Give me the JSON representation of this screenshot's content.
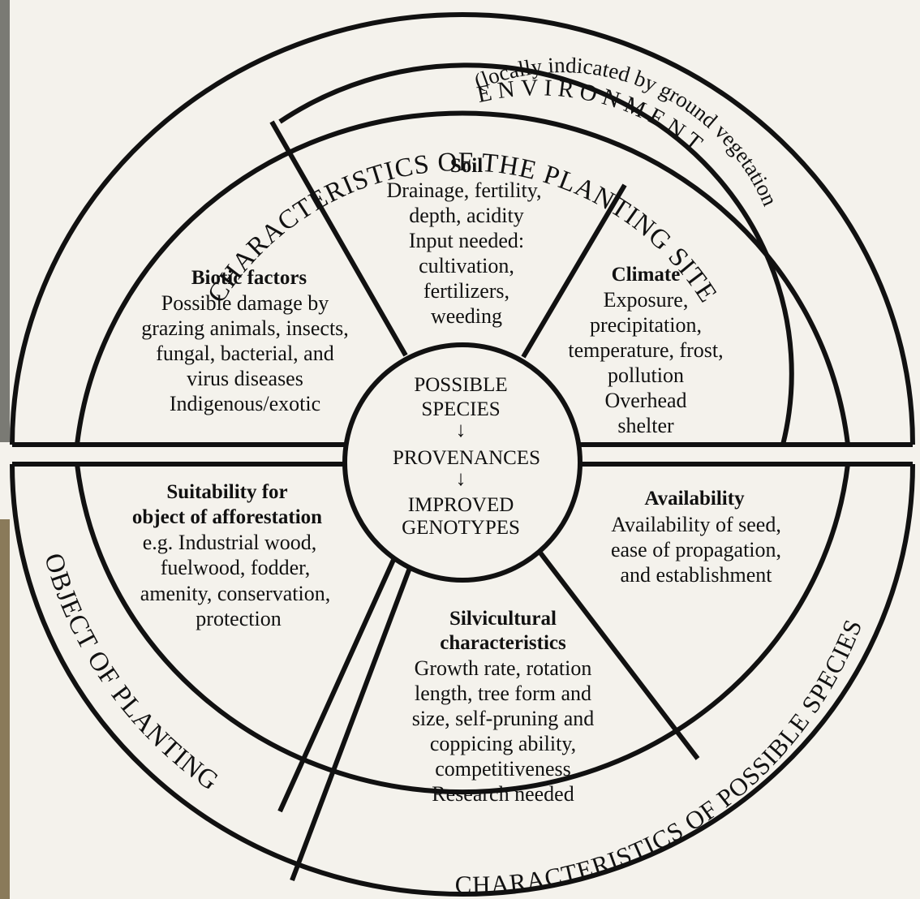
{
  "rings": {
    "outer_top": "CHARACTERISTICS OF THE PLANTING SITE",
    "environment_title": "ENVIRONMENT",
    "environment_subtitle": "(locally indicated by ground vegetation",
    "outer_left": "OBJECT OF PLANTING",
    "outer_right": "CHARACTERISTICS OF POSSIBLE SPECIES"
  },
  "center": {
    "line1": "POSSIBLE",
    "line2": "SPECIES",
    "line3": "PROVENANCES",
    "line4": "IMPROVED",
    "line5": "GENOTYPES",
    "arrow": "↓"
  },
  "sectors": {
    "soil": {
      "title": "Soil",
      "lines": [
        "Drainage, fertility,",
        "depth, acidity",
        "Input needed:",
        "cultivation,",
        "fertilizers,",
        "weeding"
      ]
    },
    "climate": {
      "title": "Climate",
      "lines": [
        "Exposure,",
        "precipitation,",
        "temperature, frost,",
        "pollution",
        "Overhead",
        "shelter"
      ]
    },
    "biotic": {
      "title": "Biotic factors",
      "lines": [
        "Possible damage by",
        "grazing animals, insects,",
        "fungal, bacterial, and",
        "virus diseases",
        "Indigenous/exotic"
      ]
    },
    "suitability": {
      "title_lines": [
        "Suitability for",
        "object of afforestation"
      ],
      "lines": [
        "e.g. Industrial wood,",
        "fuelwood, fodder,",
        "amenity, conservation,",
        "protection"
      ]
    },
    "availability": {
      "title": "Availability",
      "lines": [
        "Availability of seed,",
        "ease of propagation,",
        "and establishment"
      ]
    },
    "silvicultural": {
      "title_lines": [
        "Silvicultural",
        "characteristics"
      ],
      "lines": [
        "Growth rate, rotation",
        "length, tree form and",
        "size, self-pruning and",
        "coppicing ability,",
        "competitiveness",
        "Research needed"
      ]
    }
  }
}
